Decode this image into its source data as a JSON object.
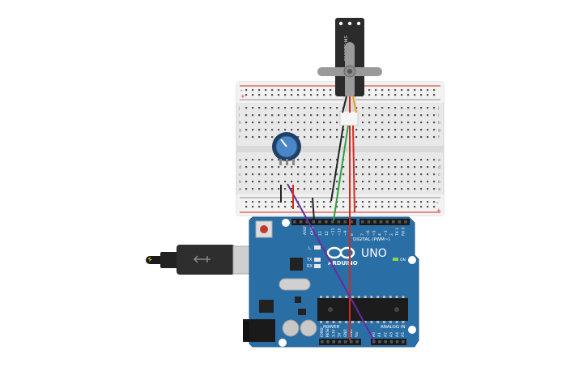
{
  "servo": {
    "label": "SM-S2309S"
  },
  "arduino": {
    "brand": "ARDUINO",
    "model": "UNO",
    "digital_header": "DIGITAL (PWM~)",
    "power_header": "POWER",
    "analog_header": "ANALOG IN",
    "aref": "AREF",
    "gnd": "GND",
    "led_l": "L",
    "tx": "TX",
    "rx": "RX",
    "on": "ON",
    "digital_pins": [
      "13",
      "12",
      "~11",
      "~10",
      "~9",
      "8",
      "7",
      "~6",
      "~5",
      "4",
      "~3",
      "2",
      "TX 1",
      "RX 0"
    ],
    "power_pins": [
      "IOREF",
      "RESET",
      "3.3V",
      "5V",
      "GND",
      "GND",
      "Vin"
    ],
    "analog_pins": [
      "A0",
      "A1",
      "A2",
      "A3",
      "A4",
      "A5"
    ]
  },
  "breadboard": {
    "row_letters_top": [
      "j",
      "i",
      "h",
      "g",
      "f"
    ],
    "row_letters_bottom": [
      "e",
      "d",
      "c",
      "b",
      "a"
    ],
    "rail_minus": "-",
    "rail_plus": "+"
  },
  "colors": {
    "board": "#2a6ea6",
    "board_edge": "#1f5a8c",
    "breadboard": "#e6e6e6",
    "wire_red": "#d42a1e",
    "wire_black": "#222222",
    "wire_green": "#2ea043",
    "wire_purple": "#6a2a9a",
    "servo_body": "#2b2b2b",
    "pot_knob": "#4a86c8"
  }
}
